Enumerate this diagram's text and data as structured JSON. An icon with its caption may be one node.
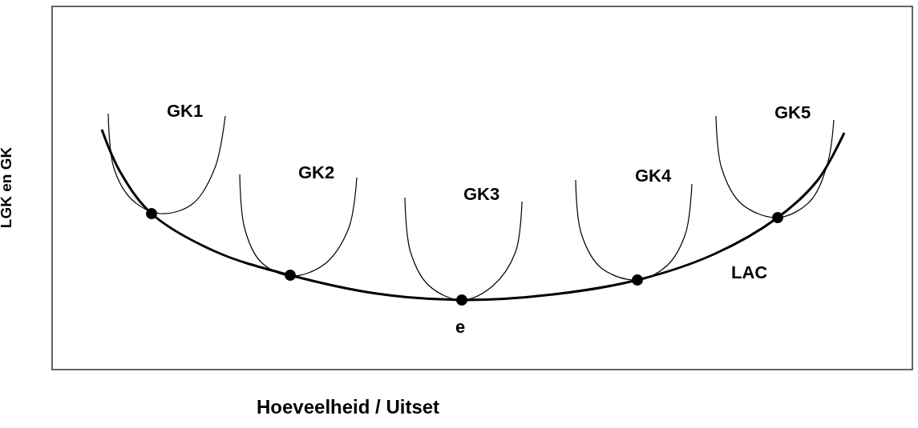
{
  "diagram": {
    "labels": [
      "GK1",
      "GK5",
      "GK2",
      "GK4",
      "GK3",
      "LAC",
      "e",
      "LGK en GK",
      "Hoeveelheid / Uitset"
    ]
  }
}
